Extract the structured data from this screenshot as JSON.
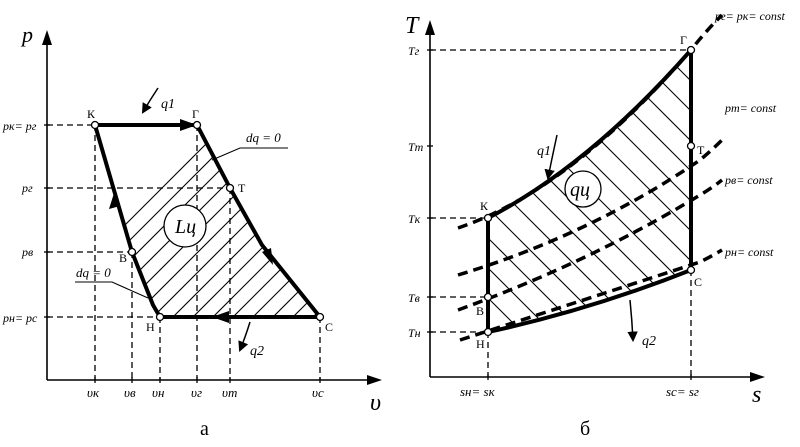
{
  "left": {
    "axis_y": "p",
    "axis_x": "υ",
    "caption": "а",
    "points": {
      "K": "К",
      "G": "Г",
      "T": "Т",
      "B": "В",
      "H": "Н",
      "C": "С"
    },
    "ylabels": {
      "pk": "pк= pг",
      "pg": "pг",
      "pv": "pв",
      "pn": "pн= pс"
    },
    "xlabels": {
      "vk": "υк",
      "vv": "υв",
      "vn": "υн",
      "vg": "υг",
      "vt": "υт",
      "vc": "υс"
    },
    "q1": "q1",
    "q2": "q2",
    "dq_top": "dq = 0",
    "dq_bottom": "dq = 0",
    "work": "Lц"
  },
  "right": {
    "axis_y": "T",
    "axis_x": "s",
    "caption": "б",
    "points": {
      "K": "К",
      "G": "Г",
      "T": "Т",
      "B": "В",
      "H": "Н",
      "C": "С"
    },
    "ylabels": {
      "Tg": "Tг",
      "Tt": "Tт",
      "Tk": "Tк",
      "Tv": "Tв",
      "Tn": "Tн"
    },
    "xlabels": {
      "sn": "sн= sк",
      "sc": "sс= sг"
    },
    "q1": "q1",
    "q2": "q2",
    "heat": "qц",
    "isobars": {
      "top": "pг= pк= const",
      "t": "pт= const",
      "v": "pв= const",
      "n": "pн= const"
    }
  }
}
